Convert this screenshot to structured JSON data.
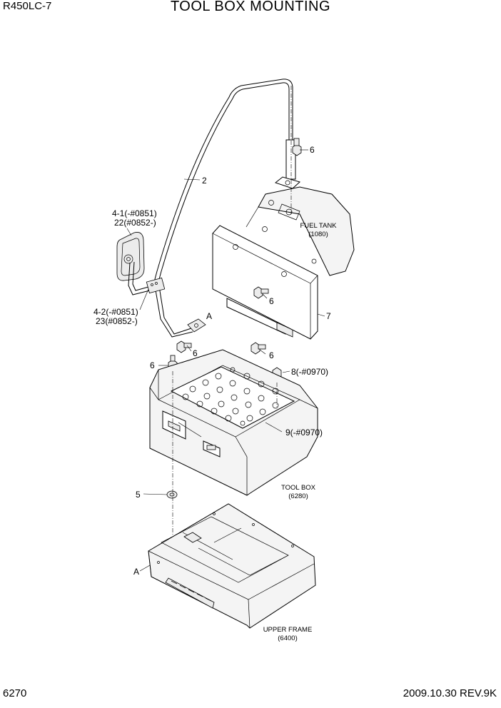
{
  "header": {
    "model": "R450LC-7",
    "title": "TOOL BOX MOUNTING"
  },
  "footer": {
    "page": "6270",
    "revision": "2009.10.30  REV.9K"
  },
  "callouts": {
    "c6_top": "6",
    "c2": "2",
    "c41_a": "4-1(-#0851)",
    "c41_b": "22(#0852-)",
    "c42_a": "4-2(-#0851)",
    "c42_b": "23(#0852-)",
    "cA_upper": "A",
    "c6_upper_bolt": "6",
    "c6_mid": "6",
    "c6_left": "6",
    "c6_right": "6",
    "c7": "7",
    "c8": "8(-#0970)",
    "c9": "9(-#0970)",
    "c5": "5",
    "cA_lower": "A"
  },
  "labels": {
    "fuel_tank": "FUEL TANK",
    "fuel_tank_code": "(1080)",
    "tool_box": "TOOL BOX",
    "tool_box_code": "(6280)",
    "upper_frame": "UPPER FRAME",
    "upper_frame_code": "(6400)"
  }
}
